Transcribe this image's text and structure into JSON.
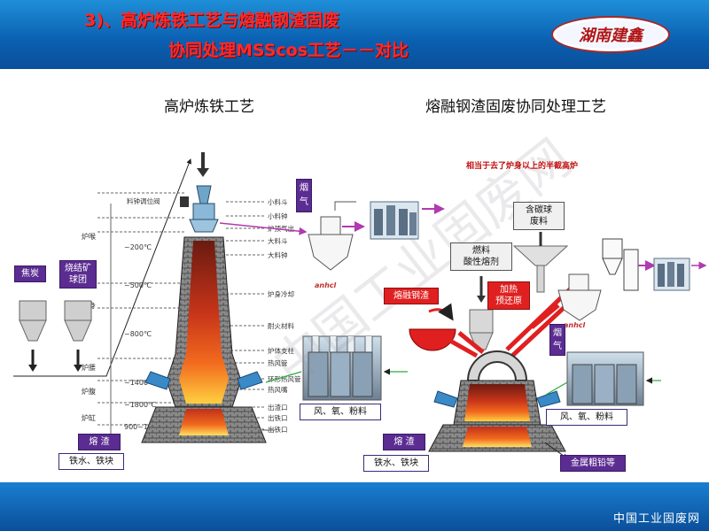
{
  "header": {
    "title_line1": "3)、高炉炼铁工艺与熔融钢渣固废",
    "title_line2": "协同处理MSScos工艺－－对比",
    "logo_text": "湖南建鑫"
  },
  "left": {
    "title": "高炉炼铁工艺",
    "coke": "焦炭",
    "sinter": "烧结矿\n球团",
    "flue_gas": "烟\n气",
    "wind": "风、氧、粉料",
    "slag": "熔 渣",
    "iron": "铁水、铁块"
  },
  "right": {
    "title": "熔融钢渣固废协同处理工艺",
    "note": "相当于去了炉身以上的半截高炉",
    "carbon_pellet": "含碳球\n废料",
    "fuel": "燃料\n酸性熔剂",
    "molten_slag": "熔融钢渣",
    "preheat": "加热\n预还原",
    "flue_gas": "烟\n气",
    "wind": "风、氧、粉料",
    "slag": "熔 渣",
    "iron": "铁水、铁块",
    "metal": "金属粗铅等"
  },
  "footer": {
    "text": "中国工业固废网"
  },
  "colors": {
    "header_blue": "#0a5fb0",
    "title_red": "#ff2a2a",
    "purple_box": "#5b2c91",
    "red_box": "#e02020"
  }
}
